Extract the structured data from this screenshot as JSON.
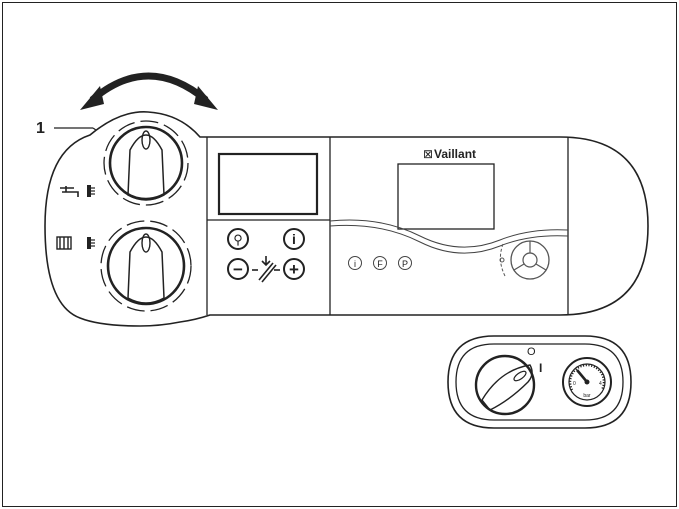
{
  "callout": {
    "number": "1"
  },
  "brand": {
    "name": "Vaillant",
    "mark": "⊠"
  },
  "buttons": {
    "minus": "−",
    "plus": "+",
    "info": "i",
    "chimney_sweep": "⚲"
  },
  "status_leds": [
    "i",
    "F",
    "P"
  ],
  "main_switch": {
    "off_label": "O",
    "on_label": "I"
  },
  "pressure_gauge": {
    "unit": "bar",
    "min_label": "0",
    "max_label": "4"
  },
  "icons": {
    "hot_water": "tap-thermometer-icon",
    "heating": "radiator-thermometer-icon",
    "rotate": "rotate-arrow-icon",
    "reset": "reset-icon"
  },
  "colors": {
    "line": "#222222",
    "background": "#ffffff",
    "fill": "#ffffff"
  }
}
